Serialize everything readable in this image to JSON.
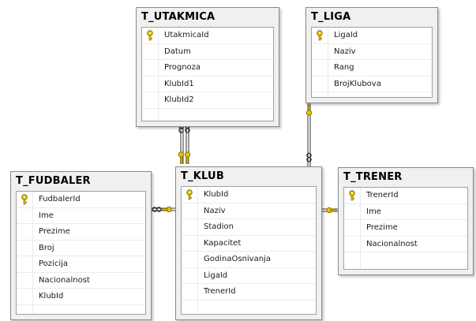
{
  "tables": {
    "utakmica": {
      "title": "T_UTAKMICA",
      "columns": [
        "UtakmicaId",
        "Datum",
        "Prognoza",
        "KlubId1",
        "KlubId2"
      ]
    },
    "liga": {
      "title": "T_LIGA",
      "columns": [
        "LigaId",
        "Naziv",
        "Rang",
        "BrojKlubova"
      ]
    },
    "fudbaler": {
      "title": "T_FUDBALER",
      "columns": [
        "FudbalerId",
        "Ime",
        "Prezime",
        "Broj",
        "Pozicija",
        "Nacionalnost",
        "KlubId"
      ]
    },
    "klub": {
      "title": "T_KLUB",
      "columns": [
        "KlubId",
        "Naziv",
        "Stadion",
        "Kapacitet",
        "GodinaOsnivanja",
        "LigaId",
        "TrenerId"
      ]
    },
    "trener": {
      "title": "T_TRENER",
      "columns": [
        "TrenerId",
        "Ime",
        "Prezime",
        "Nacionalnost"
      ]
    }
  },
  "icons": {
    "primary_key": "key-icon",
    "relationship_one": "key-icon",
    "relationship_many": "infinity-icon"
  },
  "colors": {
    "key": "#e8c400",
    "key_outline": "#8a7400",
    "table_bg": "#f0f0f0",
    "border": "#8a8a8a"
  }
}
